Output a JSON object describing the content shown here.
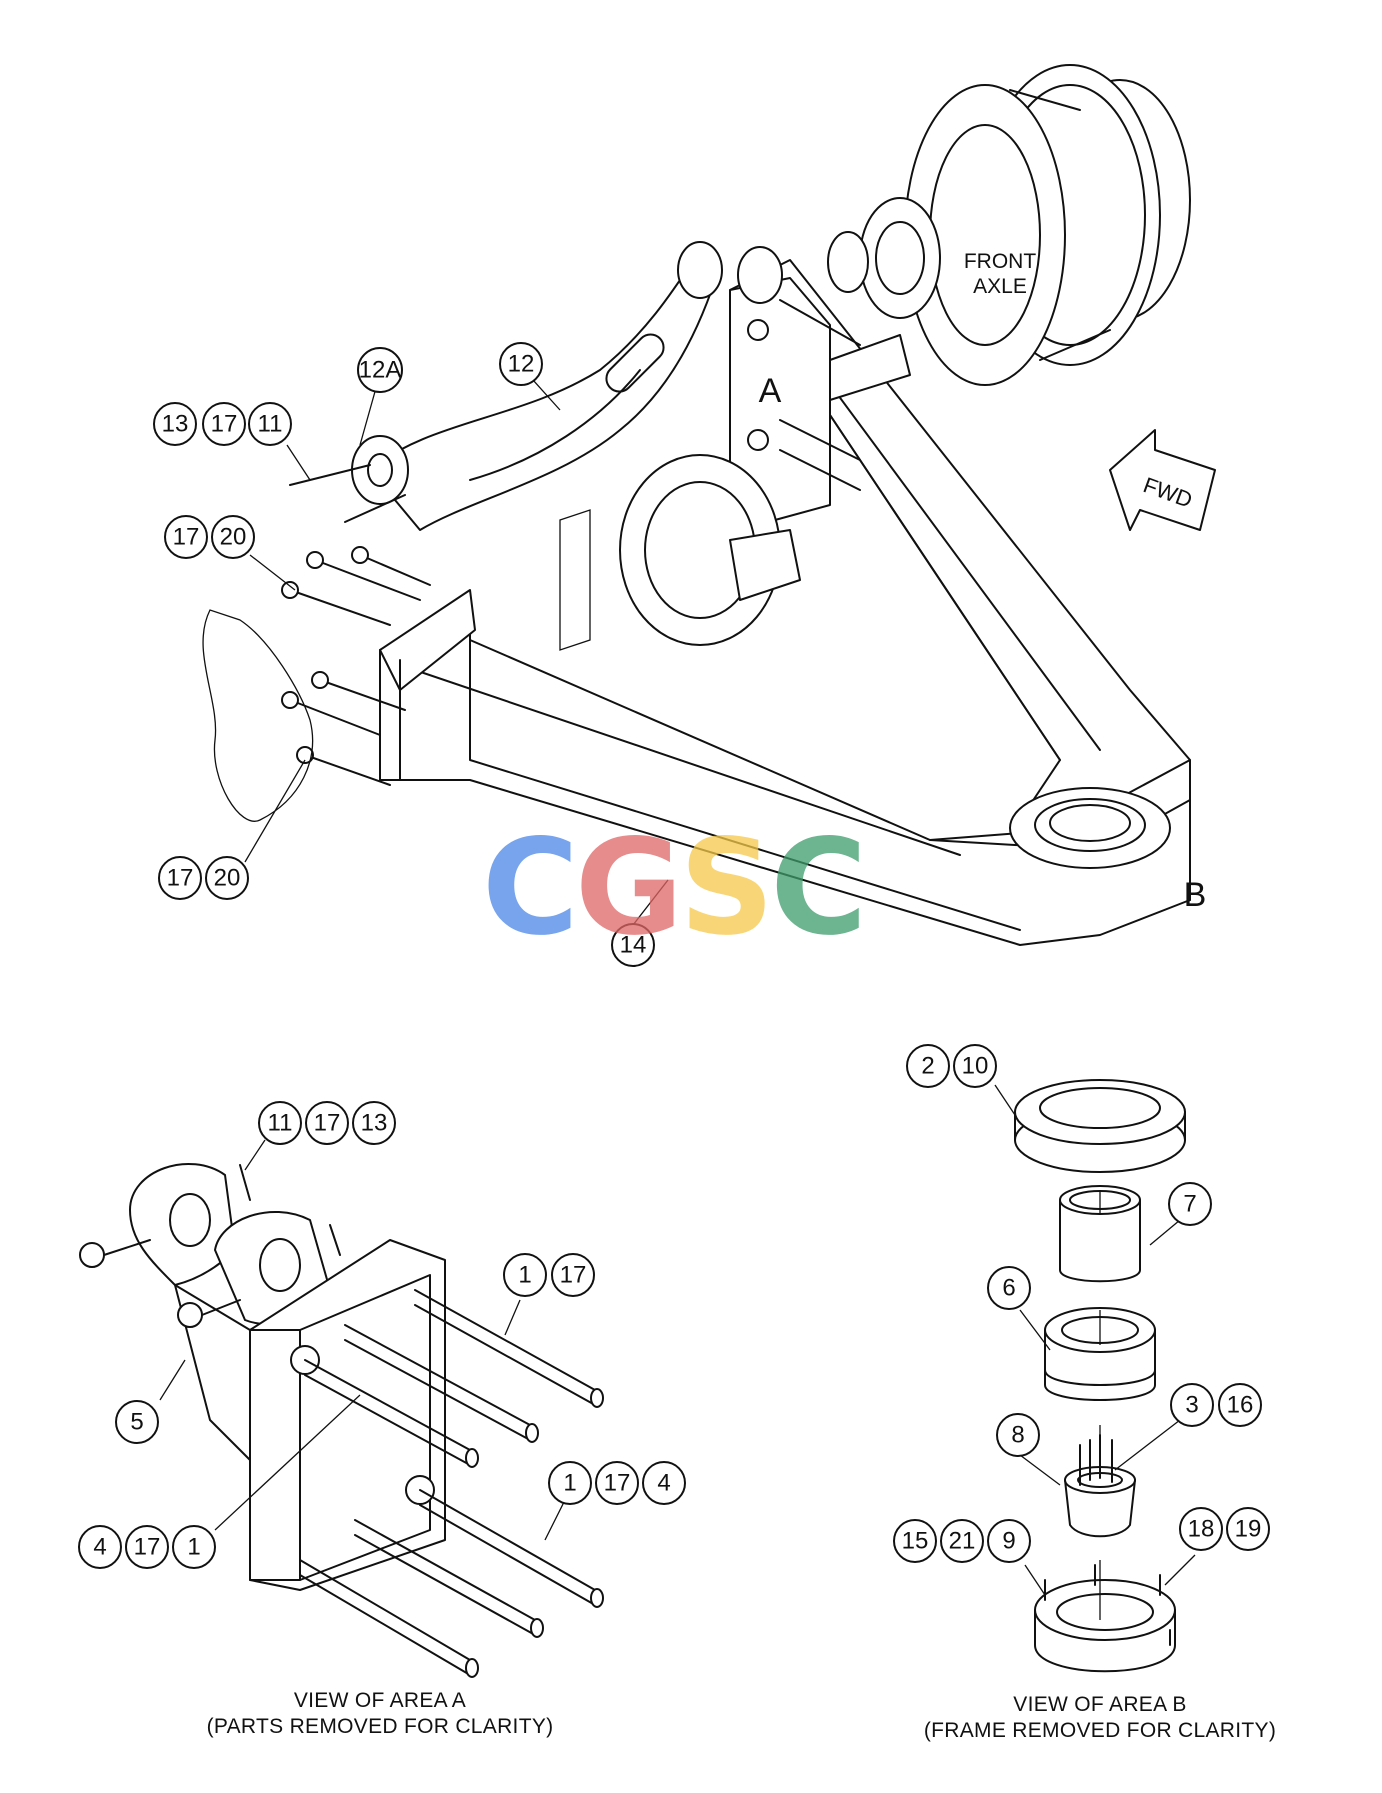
{
  "callouts": {
    "c13": "13",
    "c17a": "17",
    "c11": "11",
    "c12a": "12A",
    "c12": "12",
    "c17b": "17",
    "c20b": "20",
    "c17c": "17",
    "c20c": "20",
    "c14": "14",
    "v1_11": "11",
    "v1_17": "17",
    "v1_13": "13",
    "v1_1": "1",
    "v1_17b": "17",
    "v1_5": "5",
    "v1_1c": "1",
    "v1_17c": "17",
    "v1_4c": "4",
    "v1_4d": "4",
    "v1_17d": "17",
    "v1_1d": "1",
    "v2_2": "2",
    "v2_10": "10",
    "v2_7": "7",
    "v2_6": "6",
    "v2_3": "3",
    "v2_16": "16",
    "v2_8": "8",
    "v2_15": "15",
    "v2_21": "21",
    "v2_9": "9",
    "v2_18": "18",
    "v2_19": "19"
  },
  "labels": {
    "front_axle_1": "FRONT",
    "front_axle_2": "AXLE",
    "area_a": "A",
    "area_b": "B",
    "fwd": "FWD"
  },
  "captions": {
    "view_a_line1": "VIEW OF AREA A",
    "view_a_line2": "(PARTS REMOVED FOR CLARITY)",
    "view_b_line1": "VIEW OF AREA B",
    "view_b_line2": "(FRAME REMOVED FOR CLARITY)"
  },
  "watermark": {
    "letters": [
      "C",
      "G",
      "S",
      "C"
    ],
    "colors": [
      "#4a86e8",
      "#e06666",
      "#f6c94a",
      "#3d9c6b"
    ]
  }
}
